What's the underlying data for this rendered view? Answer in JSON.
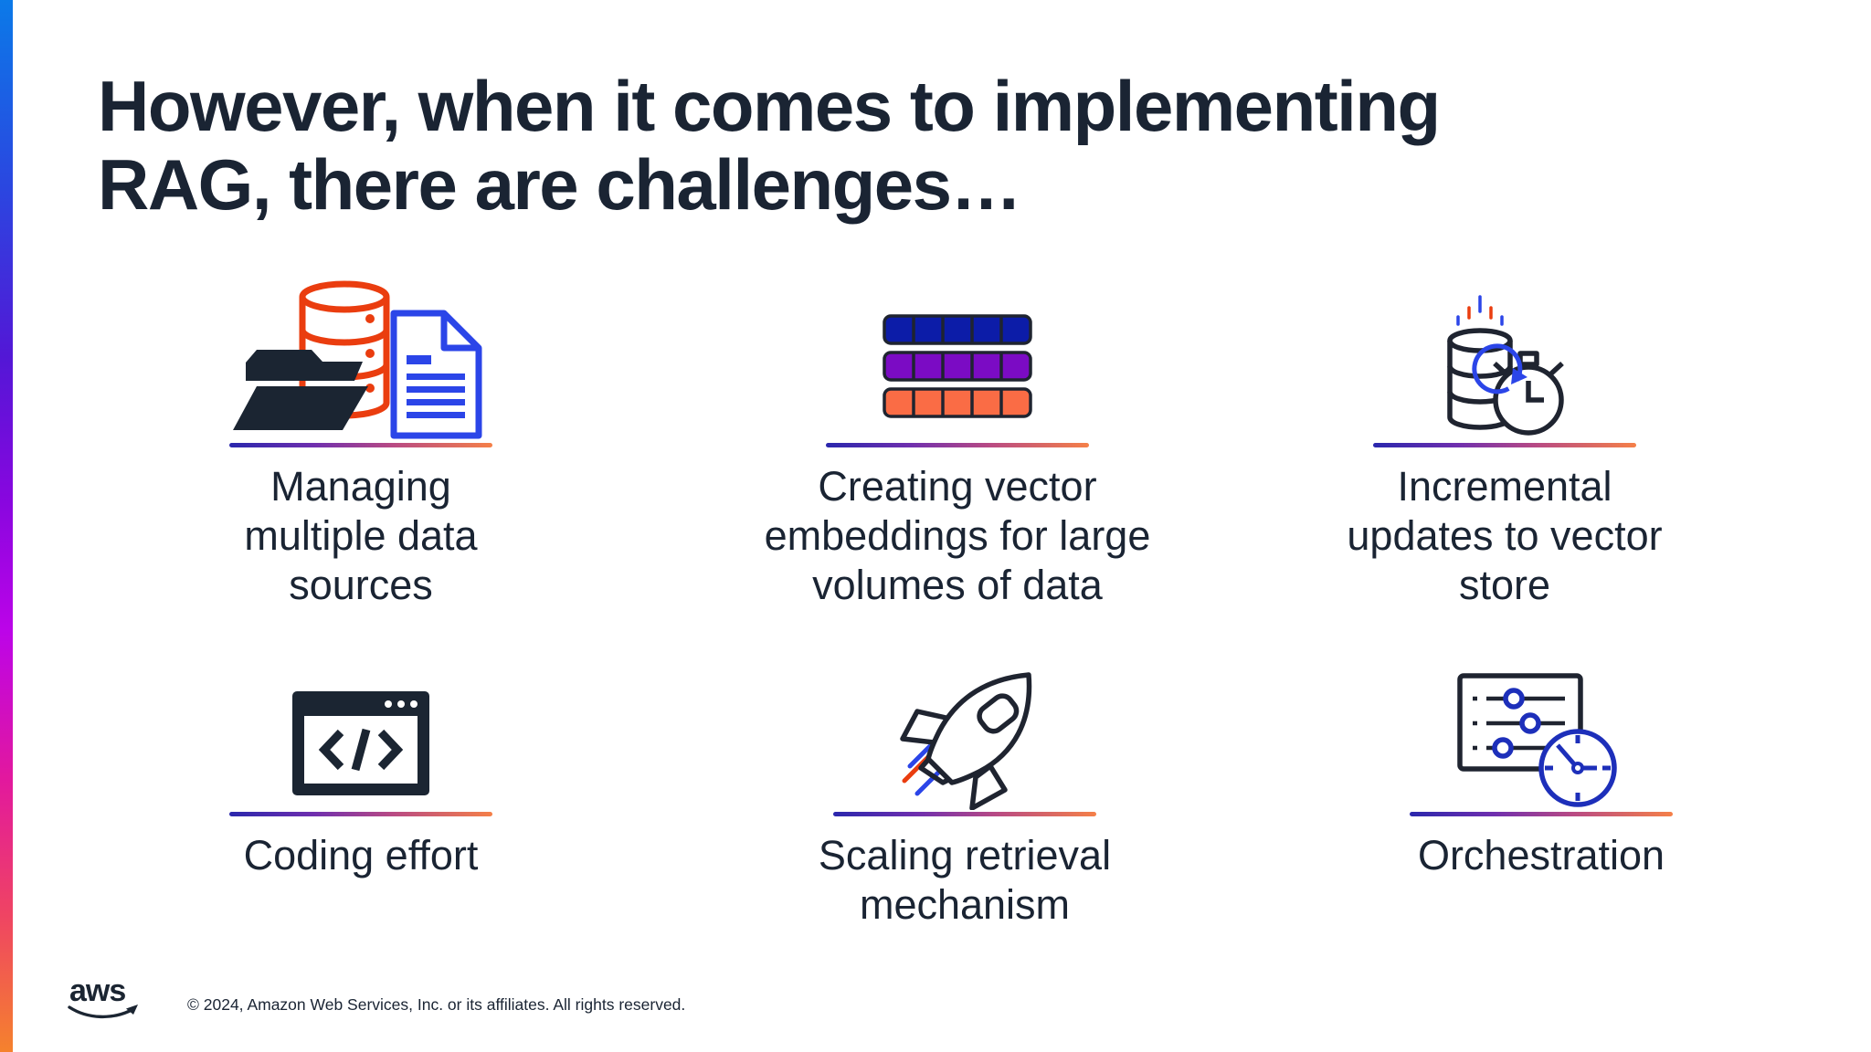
{
  "slide": {
    "title": "However, when it comes to implementing\nRAG, there are challenges…",
    "cards": [
      {
        "id": "managing-data-sources",
        "icon": "folder-database-document-icon",
        "label": "Managing\nmultiple data\nsources"
      },
      {
        "id": "vector-embeddings",
        "icon": "vector-embeddings-icon",
        "label": "Creating vector\nembeddings for large\nvolumes of data"
      },
      {
        "id": "incremental-updates",
        "icon": "database-stopwatch-icon",
        "label": "Incremental\nupdates to vector\nstore"
      },
      {
        "id": "coding-effort",
        "icon": "code-window-icon",
        "label": "Coding effort"
      },
      {
        "id": "scaling-retrieval",
        "icon": "rocket-icon",
        "label": "Scaling retrieval\nmechanism"
      },
      {
        "id": "orchestration",
        "icon": "sliders-clock-icon",
        "label": "Orchestration"
      }
    ],
    "footer": {
      "logo_text": "aws",
      "copyright": "© 2024, Amazon Web Services, Inc. or its affiliates. All rights reserved."
    },
    "colors": {
      "text_navy": "#1a2433",
      "icon_dark": "#1f2430",
      "orange_red": "#ea3d0f",
      "vivid_blue": "#2b45e8",
      "clock_blue": "#1d2fba",
      "bar_navy": "#0c1ca8",
      "bar_purple": "#7b0bc4",
      "bar_orange": "#fa6c45",
      "underline_gradient_start": "#2a27ad",
      "underline_gradient_end": "#f58048",
      "edge_gradient_top": "#0b7ae8",
      "edge_gradient_bottom": "#f5822d"
    }
  }
}
